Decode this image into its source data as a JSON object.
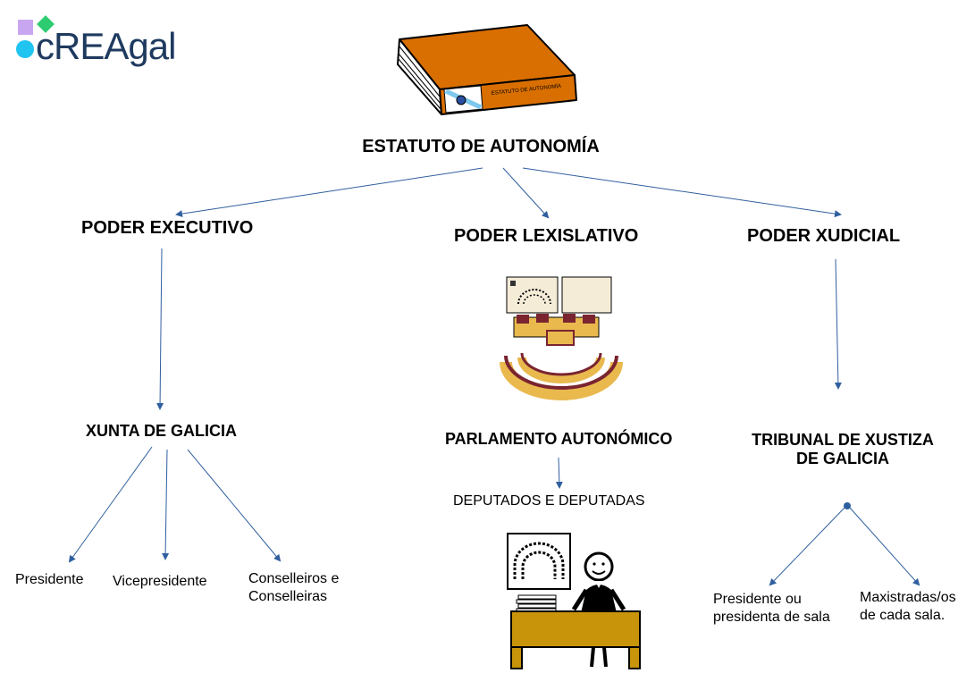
{
  "logo": {
    "text": "cREAgal"
  },
  "book": {
    "spine_label": "ESTATUTO DE AUTONOMÍA"
  },
  "root": {
    "label": "ESTATUTO DE AUTONOMÍA"
  },
  "branches": {
    "executivo": {
      "label": "PODER EXECUTIVO",
      "body": "XUNTA DE GALICIA",
      "members": [
        "Presidente",
        "Vicepresidente",
        "Conselleiros e\nConselleiras"
      ]
    },
    "lexislativo": {
      "label": "PODER LEXISLATIVO",
      "body": "PARLAMENTO AUTONÓMICO",
      "members": [
        "DEPUTADOS E DEPUTADAS"
      ]
    },
    "xudicial": {
      "label": "PODER XUDICIAL",
      "body": "TRIBUNAL DE XUSTIZA\nDE GALICIA",
      "members": [
        "Presidente ou\npresidenta de sala",
        "Maxistradas/os\nde cada sala."
      ]
    }
  },
  "colors": {
    "arrow": "#2f5f9e",
    "book_cover": "#d96f00",
    "logo_purple": "#c9a7f0",
    "logo_green": "#2ecc71",
    "logo_cyan": "#20c4f0",
    "desk": "#c8940a",
    "parliament_seat": "#7a2430",
    "parliament_wall": "#e9b94e"
  },
  "icons": [
    "book-icon",
    "parliament-icon",
    "deputy-at-desk-icon"
  ]
}
